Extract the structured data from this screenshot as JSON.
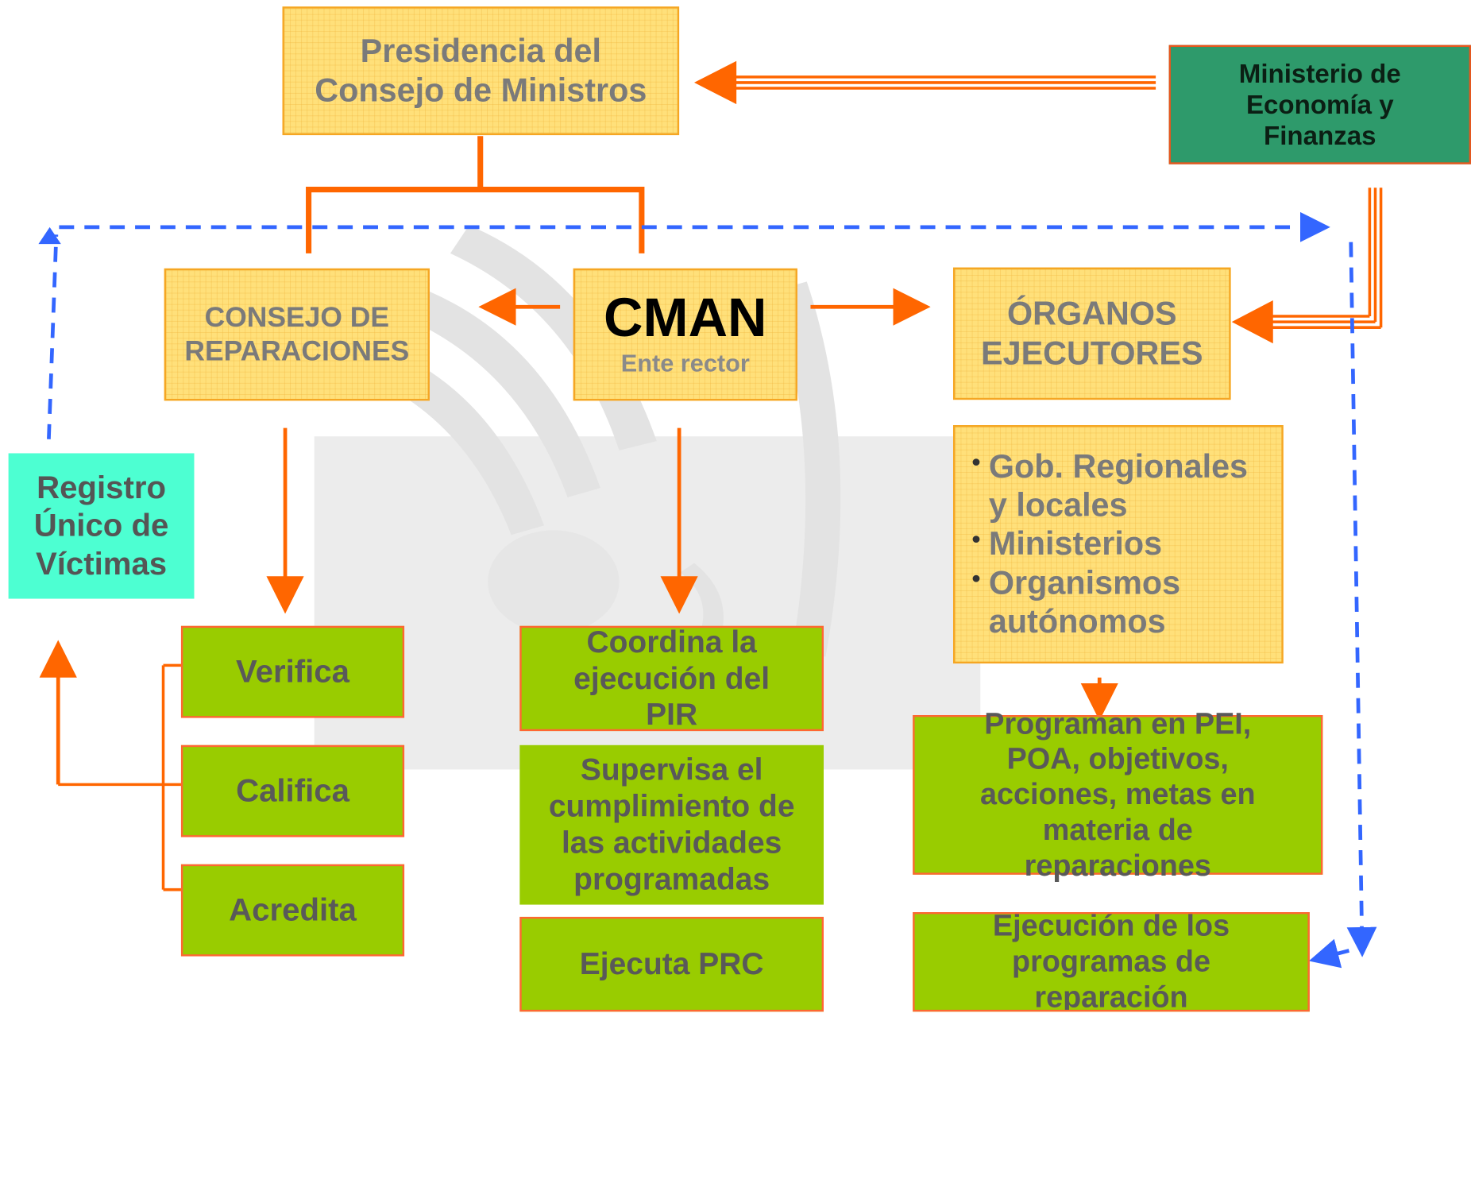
{
  "colors": {
    "orange_line": "#ff6600",
    "blue_dashed": "#3366ff",
    "yellow_fill": "#ffe07a",
    "green_fill": "#99cc00",
    "dark_green_fill": "#2e9a6b",
    "aqua_fill": "#4dffd2"
  },
  "boxes": {
    "presidencia": "Presidencia del\nConsejo de Ministros",
    "mef": "Ministerio de\nEconomía y\nFinanzas",
    "consejo": "CONSEJO DE\nREPARACIONES",
    "cman_title": "CMAN",
    "cman_subtitle": "Ente rector",
    "organos": "ÓRGANOS\nEJECUTORES",
    "registro": "Registro\nÚnico de\nVíctimas",
    "organos_list": [
      "Gob. Regionales y locales",
      "Ministerios",
      "Organismos autónomos"
    ],
    "verifica": "Verifica",
    "califica": "Califica",
    "acredita": "Acredita",
    "coordina": "Coordina la\nejecución del\nPIR",
    "supervisa": "Supervisa el\ncumplimiento de\nlas actividades\nprogramadas",
    "ejecuta": "Ejecuta PRC",
    "programan": "Programan en PEI,\nPOA, objetivos,\nacciones, metas en\nmateria de\nreparaciones",
    "ejecucion": "Ejecución de los\nprogramas de\nreparación"
  }
}
